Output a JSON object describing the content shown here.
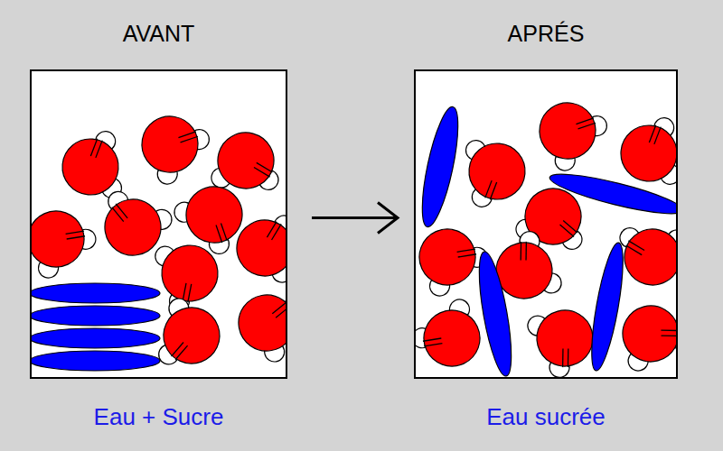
{
  "diagram": {
    "nodes": [
      {
        "text": [
          "AVANT",
          "Eau + Sucre"
        ]
      },
      {
        "text": [
          "APRÉS",
          "Eau sucrée"
        ]
      }
    ],
    "edges": [
      {
        "from": 0,
        "to": 1,
        "arrow": "to"
      }
    ]
  }
}
